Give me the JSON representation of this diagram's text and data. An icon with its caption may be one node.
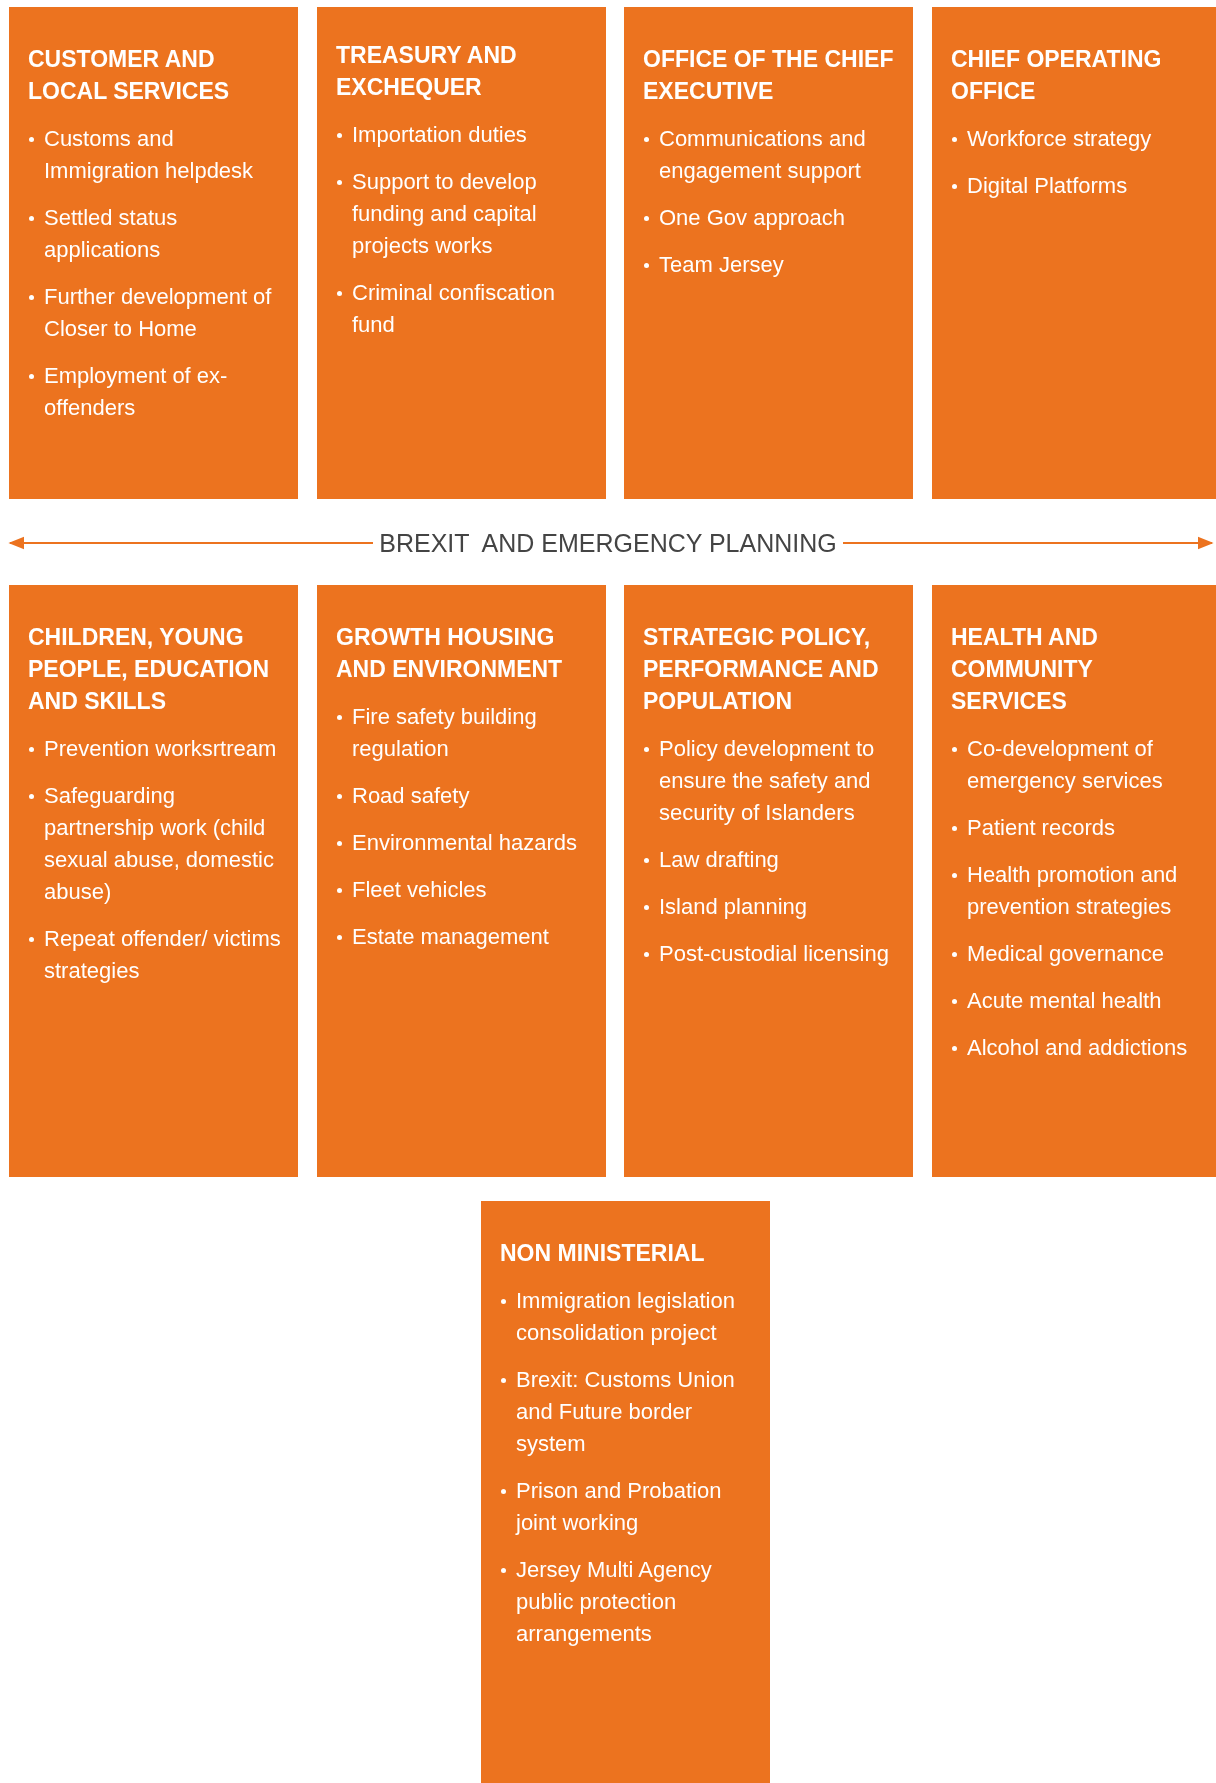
{
  "diagram": {
    "nodes": [
      {
        "text": [
          "CUSTOMER AND LOCAL SERVICES",
          "Customs and Immigration helpdesk",
          "Settled status applications",
          "Further development of Closer to Home",
          "Employment of ex-offenders"
        ]
      },
      {
        "text": [
          "TREASURY AND EXCHEQUER",
          "Importation duties",
          "Support to develop funding and capital projects works",
          "Criminal confiscation fund"
        ]
      },
      {
        "text": [
          "OFFICE OF THE CHIEF EXECUTIVE",
          "Communications and engagement support",
          "One Gov approach",
          "Team Jersey"
        ]
      },
      {
        "text": [
          "CHIEF OPERATING OFFICE",
          "Workforce strategy",
          "Digital Platforms"
        ]
      },
      {
        "text": [
          "CHILDREN, YOUNG PEOPLE, EDUCATION AND SKILLS",
          "Prevention worksrtream",
          "Safeguarding partnership  work (child sexual abuse, domestic abuse)",
          "Repeat offender/ victims strategies"
        ]
      },
      {
        "text": [
          "GROWTH HOUSING AND ENVIRONMENT",
          "Fire safety building regulation",
          "Road safety",
          "Environmental hazards",
          "Fleet vehicles",
          "Estate management"
        ]
      },
      {
        "text": [
          "STRATEGIC POLICY, PERFORMANCE AND POPULATION",
          "Policy development to ensure the safety and security of Islanders",
          "Law drafting",
          "Island planning",
          "Post-custodial licensing"
        ]
      },
      {
        "text": [
          "HEALTH AND COMMUNITY SERVICES",
          "Co-development of emergency services",
          "Patient records",
          "Health promotion and prevention strategies",
          "Medical governance",
          "Acute mental health",
          "Alcohol and addictions"
        ]
      },
      {
        "text": [
          "NON MINISTERIAL",
          "Immigration legislation consolidation project",
          "Brexit: Customs Union and Future border system",
          "Prison and Probation joint working",
          "Jersey Multi Agency public protection arrangements"
        ]
      }
    ],
    "labels": [
      "BREXIT  AND EMERGENCY PLANNING"
    ]
  }
}
